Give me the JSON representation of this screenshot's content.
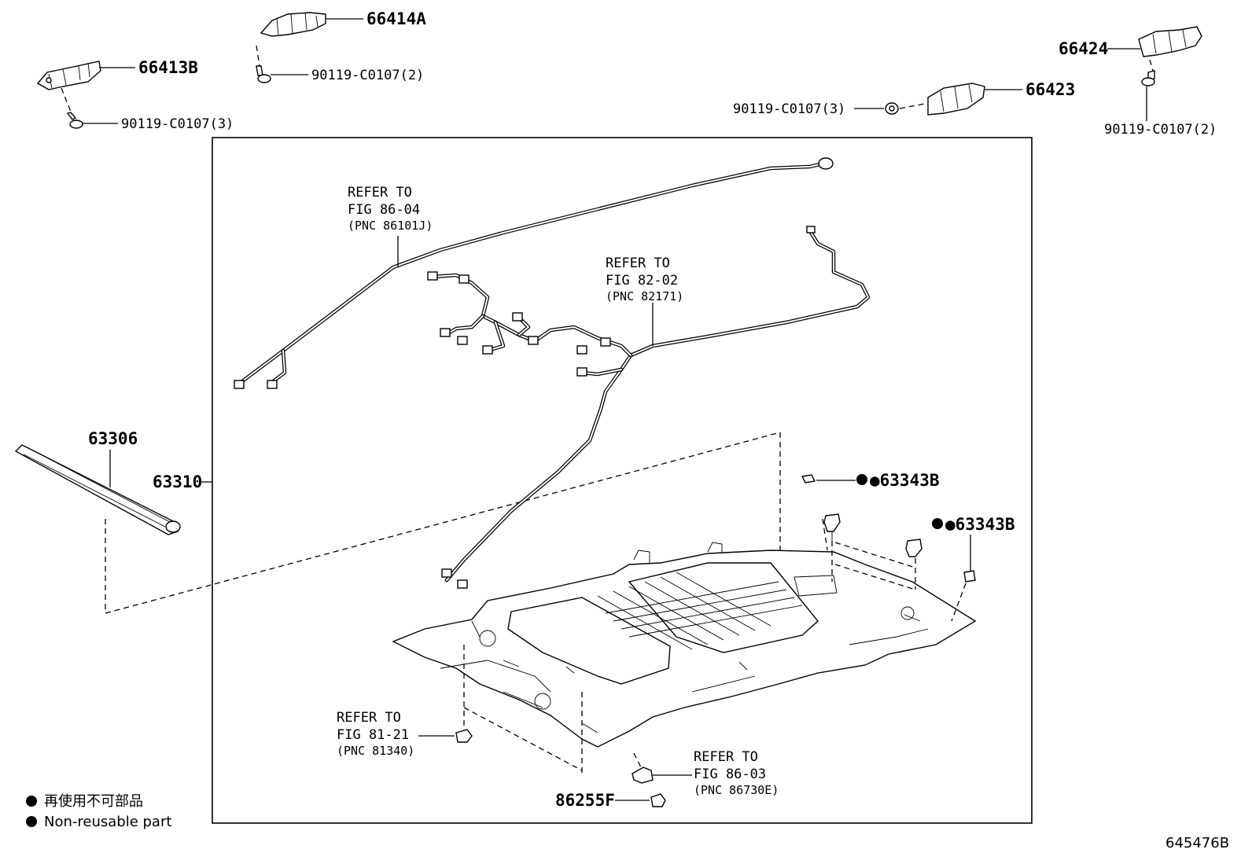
{
  "parts": {
    "p66414A": "66414A",
    "p66413B": "66413B",
    "p66424": "66424",
    "p66423": "66423",
    "bolt_66414A": "90119-C0107(2)",
    "bolt_66413B": "90119-C0107(3)",
    "bolt_66423": "90119-C0107(3)",
    "bolt_66424": "90119-C0107(2)",
    "p63306": "63306",
    "p63310": "63310",
    "p63343B_a": "●63343B",
    "p63343B_b": "●63343B",
    "p86255F": "86255F"
  },
  "refs": {
    "ref_8604": {
      "l1": "REFER TO",
      "l2": "FIG 86-04",
      "l3": "(PNC 86101J)"
    },
    "ref_8202": {
      "l1": "REFER TO",
      "l2": "FIG 82-02",
      "l3": "(PNC 82171)"
    },
    "ref_8121": {
      "l1": "REFER TO",
      "l2": "FIG 81-21",
      "l3": "(PNC 81340)"
    },
    "ref_8603": {
      "l1": "REFER TO",
      "l2": "FIG 86-03",
      "l3": "(PNC 86730E)"
    }
  },
  "legend": {
    "line1": "再使用不可部品",
    "line2": "Non-reusable part"
  },
  "figure_id": "645476B"
}
